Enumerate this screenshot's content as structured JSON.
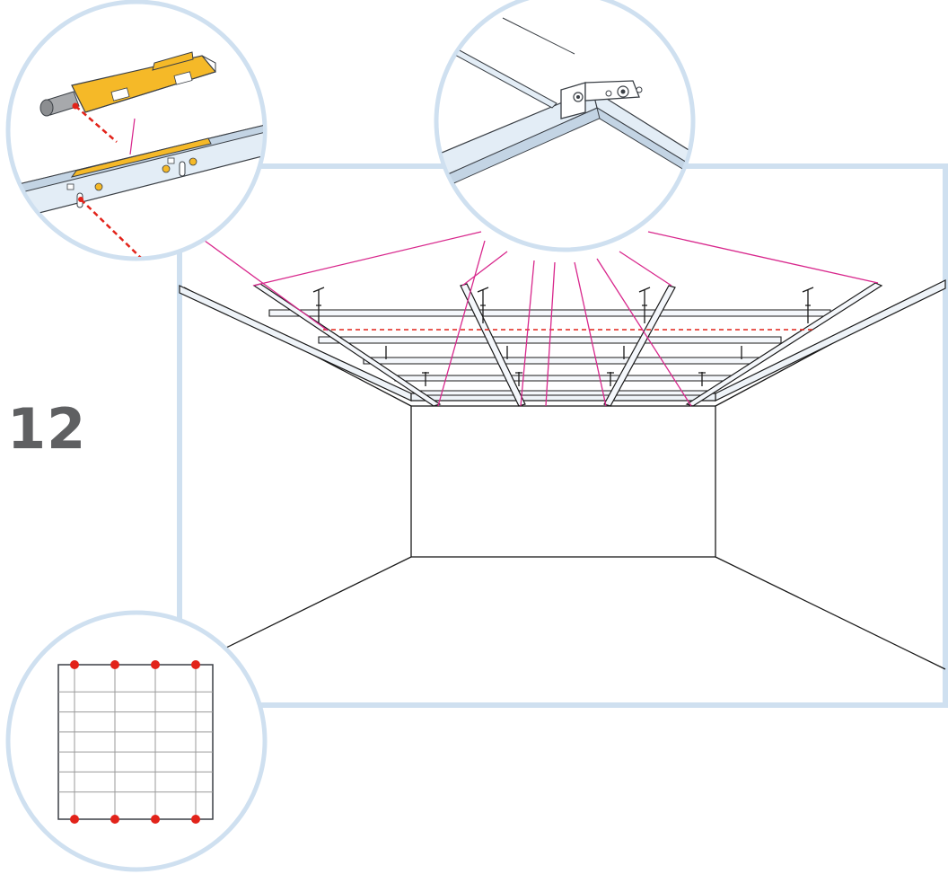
{
  "step": {
    "number": "12"
  },
  "colors": {
    "frame_blue": "#cfe0f0",
    "step_gray": "#5f6062",
    "connector_magenta": "#d8278c",
    "marker_red": "#e2231a",
    "profile_blue_light": "#e3edf6",
    "profile_blue_mid": "#c3d4e4",
    "profile_edge": "#3a3f45",
    "clip_yellow": "#f5b928",
    "pin_gray": "#a7a9ac",
    "grid_gray": "#9a9a9a"
  },
  "icons": {
    "profile_detail": "rail-clip-icon",
    "hanger_detail": "hanger-bracket-icon",
    "grid_detail": "ceiling-grid-plan-icon"
  },
  "grid_plan": {
    "columns": 4,
    "rows": 7,
    "marker_count_top": 4,
    "marker_count_bottom": 4
  }
}
